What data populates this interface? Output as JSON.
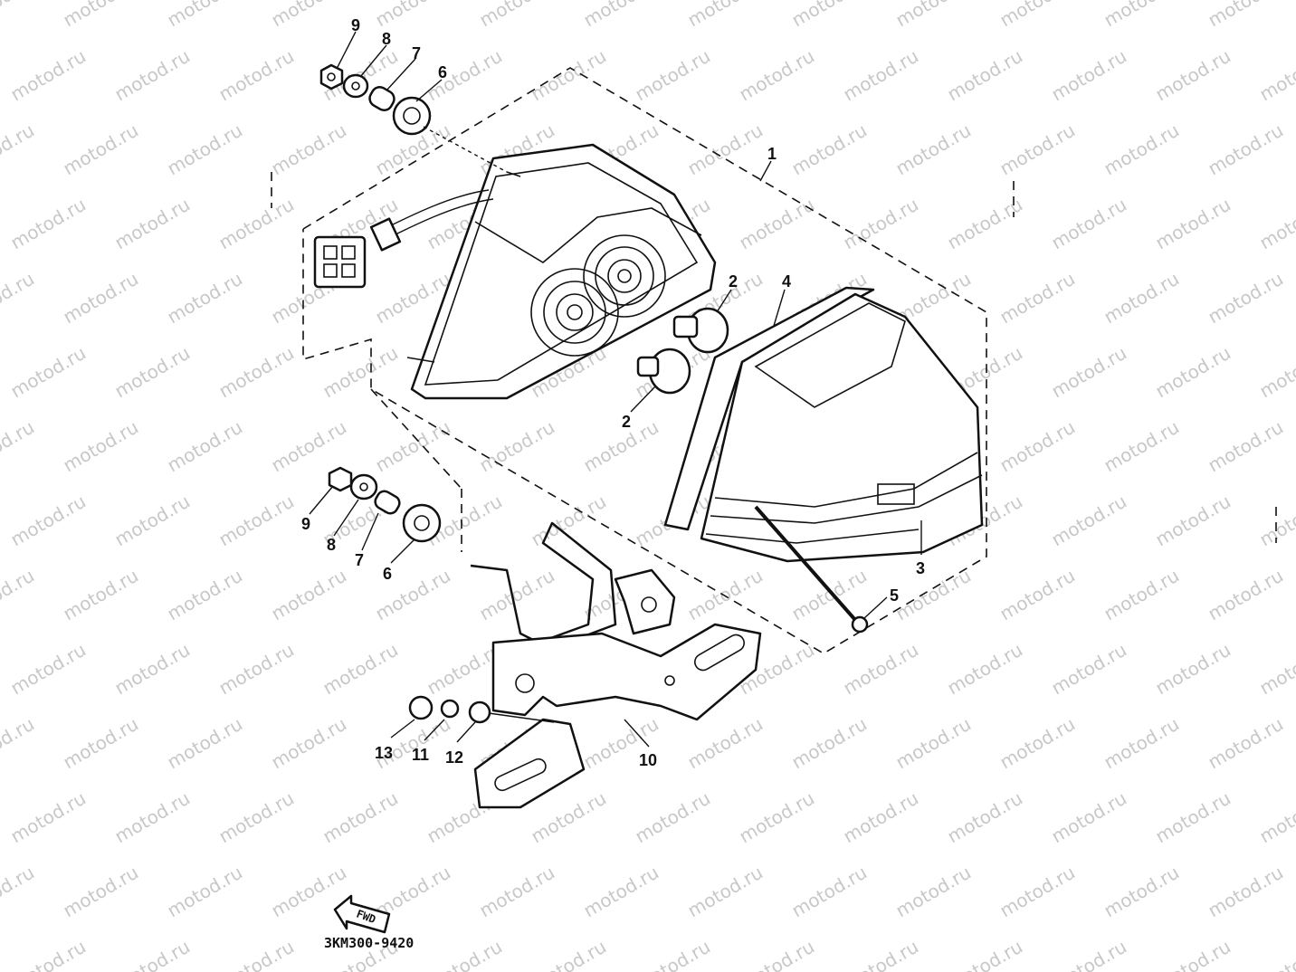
{
  "watermark": "motod.ru",
  "diagram_code": "3KM300-9420",
  "fwd_label": "FWD",
  "callouts": {
    "c1": "1",
    "c2a": "2",
    "c2b": "2",
    "c3": "3",
    "c4": "4",
    "c5": "5",
    "c6a": "6",
    "c7a": "7",
    "c8a": "8",
    "c9a": "9",
    "c6b": "6",
    "c7b": "7",
    "c8b": "8",
    "c9b": "9",
    "c10": "10",
    "c11": "11",
    "c12": "12",
    "c13": "13"
  }
}
